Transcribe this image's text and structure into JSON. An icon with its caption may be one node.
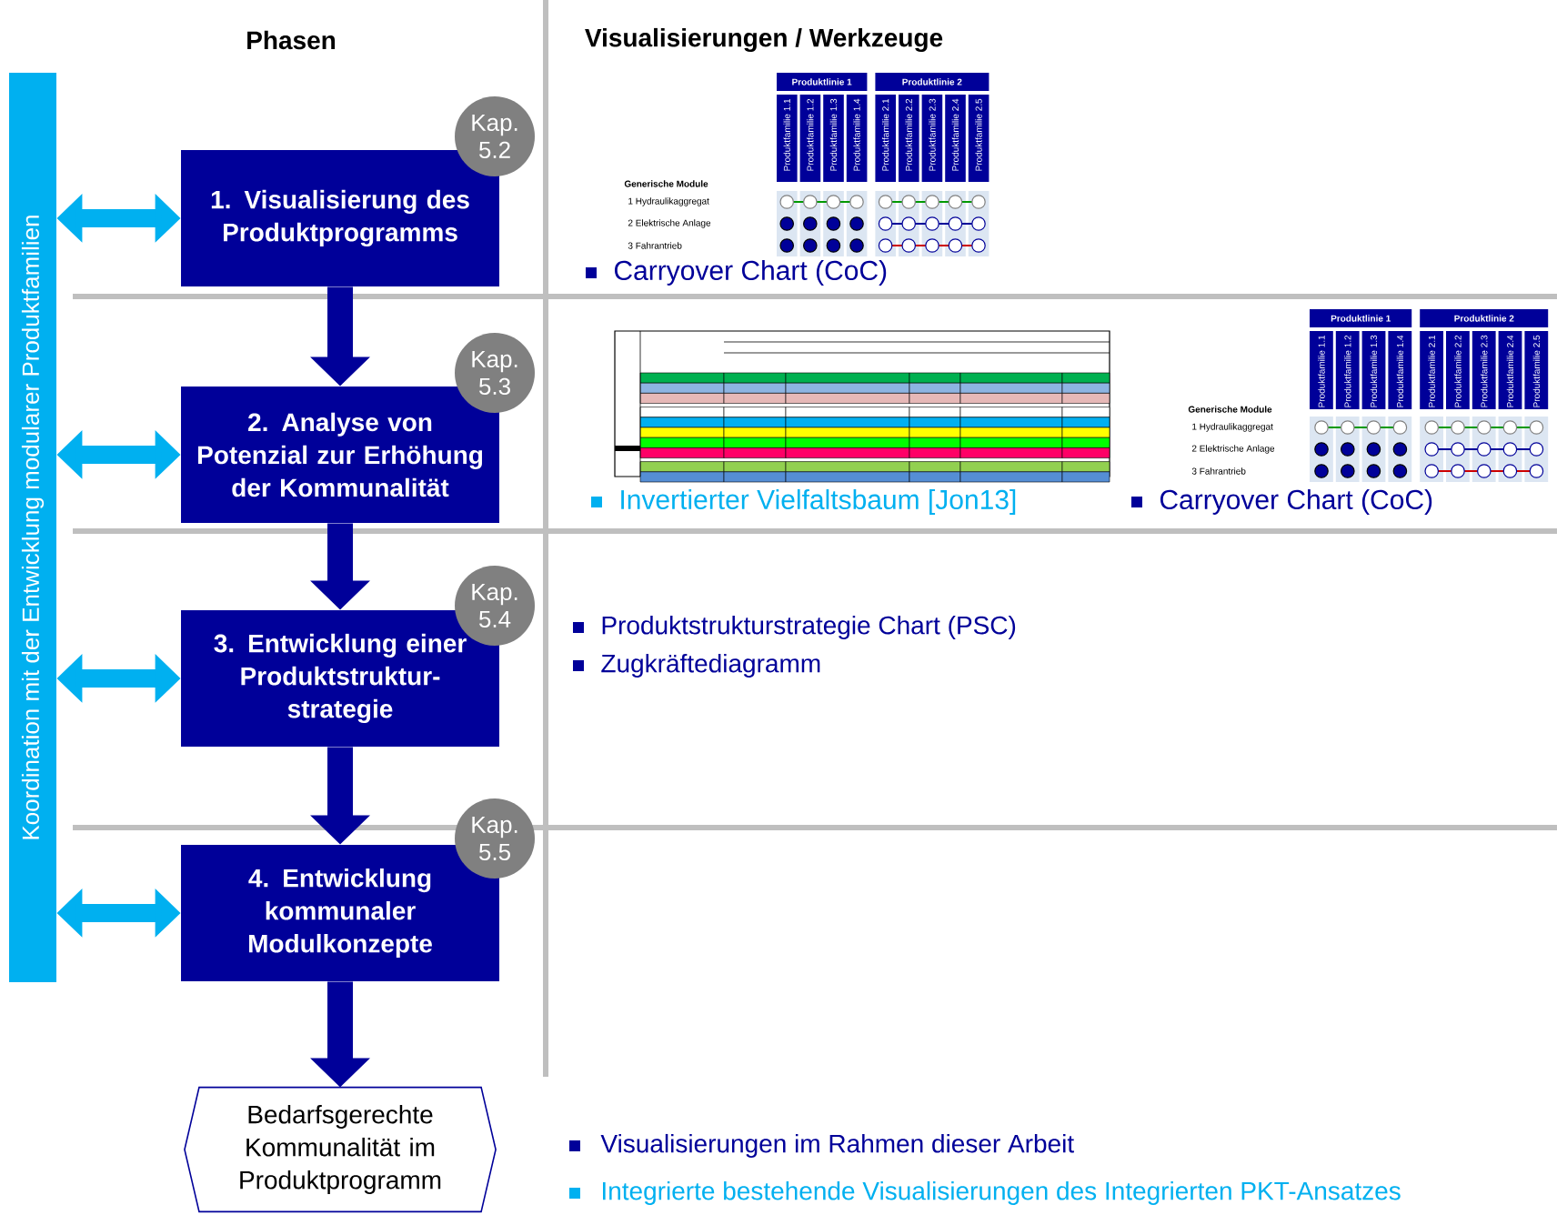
{
  "diagram": {
    "nodes": [
      {
        "text": [
          "Koordination mit der Entwicklung modularer Produktfamilien"
        ]
      },
      {
        "text": [
          "1. Visualisierung des Produktprogramms"
        ]
      },
      {
        "text": [
          "Kap. 5.2"
        ]
      },
      {
        "text": [
          "2. Analyse von Potenzial zur Erhöhung der Kommunalität"
        ]
      },
      {
        "text": [
          "Kap. 5.3"
        ]
      },
      {
        "text": [
          "3. Entwicklung einer Produktstruktur-strategie"
        ]
      },
      {
        "text": [
          "Kap. 5.4"
        ]
      },
      {
        "text": [
          "4. Entwicklung kommunaler Modulkonzepte"
        ]
      },
      {
        "text": [
          "Kap. 5.5"
        ]
      },
      {
        "text": [
          "Bedarfsgerechte Kommunalität im Produktprogramm"
        ]
      }
    ],
    "edges": [
      {
        "from": 0,
        "to": 1,
        "arrow": "both",
        "color": "#00b0f0"
      },
      {
        "from": 0,
        "to": 3,
        "arrow": "both",
        "color": "#00b0f0"
      },
      {
        "from": 0,
        "to": 5,
        "arrow": "both",
        "color": "#00b0f0"
      },
      {
        "from": 0,
        "to": 7,
        "arrow": "both",
        "color": "#00b0f0"
      },
      {
        "from": 1,
        "to": 3,
        "arrow": "to",
        "color": "#000099"
      },
      {
        "from": 3,
        "to": 5,
        "arrow": "to",
        "color": "#000099"
      },
      {
        "from": 5,
        "to": 7,
        "arrow": "to",
        "color": "#000099"
      },
      {
        "from": 7,
        "to": 9,
        "arrow": "to",
        "color": "#000099"
      }
    ],
    "labels": [
      "Phasen",
      "Visualisierungen / Werkzeuge",
      "Produktlinie 1",
      "Produktlinie 2",
      "Produktfamilie 1.1",
      "Produktfamilie 1.2",
      "Produktfamilie 1.3",
      "Produktfamilie 1.4",
      "Produktfamilie 2.1",
      "Produktfamilie 2.2",
      "Produktfamilie 2.3",
      "Produktfamilie 2.4",
      "Produktfamilie 2.5",
      "Generische Module",
      "1 Hydraulikaggregat",
      "2 Elektrische Anlage",
      "3 Fahrantrieb",
      "Carryover Chart (CoC)",
      "Produktlinie 1",
      "Produktlinie 2",
      "Produktfamilie 1.1",
      "Produktfamilie 1.2",
      "Produktfamilie 1.3",
      "Produktfamilie 1.4",
      "Produktfamilie 2.1",
      "Produktfamilie 2.2",
      "Produktfamilie 2.3",
      "Produktfamilie 2.4",
      "Produktfamilie 2.5",
      "Generische Module",
      "1 Hydraulikaggregat",
      "2 Elektrische Anlage",
      "3 Fahrantrieb",
      "Invertierter Vielfaltsbaum [Jon13]",
      "Carryover Chart (CoC)",
      "Produktstrukturstrategie Chart (PSC)",
      "Zugkräftediagramm"
    ],
    "legend": [
      {
        "text": "Visualisierungen im Rahmen dieser Arbeit",
        "color": "#000099"
      },
      {
        "text": "Integrierte bestehende Visualisierungen des Integrierten PKT-Ansatzes",
        "color": "#00b0f0"
      }
    ]
  }
}
